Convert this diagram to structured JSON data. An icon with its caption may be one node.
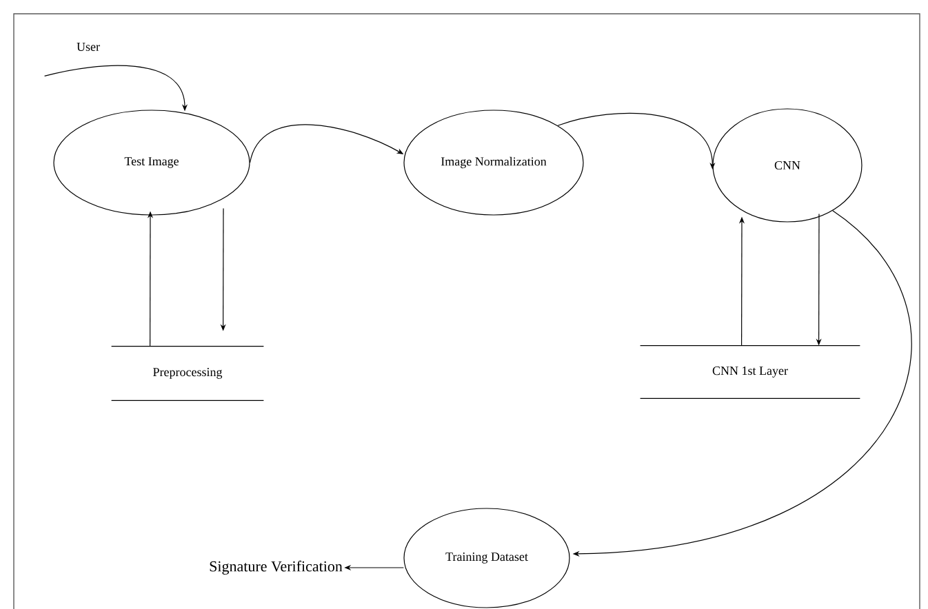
{
  "diagram": {
    "nodes": [
      {
        "text": [
          "User"
        ]
      },
      {
        "text": [
          "Test Image"
        ]
      },
      {
        "text": [
          "Image Normalization"
        ]
      },
      {
        "text": [
          "CNN"
        ]
      },
      {
        "text": [
          "Preprocessing"
        ]
      },
      {
        "text": [
          "CNN 1st Layer"
        ]
      },
      {
        "text": [
          "Training Dataset"
        ]
      },
      {
        "text": [
          "Signature Verification"
        ]
      }
    ],
    "edges": [
      {
        "from": 0,
        "to": 1,
        "arrow": "to"
      },
      {
        "from": 1,
        "to": 2,
        "arrow": "to"
      },
      {
        "from": 2,
        "to": 3,
        "arrow": "to"
      },
      {
        "from": 4,
        "to": 1,
        "arrow": "to"
      },
      {
        "from": 1,
        "to": 4,
        "arrow": "to"
      },
      {
        "from": 5,
        "to": 3,
        "arrow": "to"
      },
      {
        "from": 3,
        "to": 5,
        "arrow": "to"
      },
      {
        "from": 3,
        "to": 6,
        "arrow": "to"
      },
      {
        "from": 6,
        "to": 7,
        "arrow": "to"
      }
    ]
  }
}
